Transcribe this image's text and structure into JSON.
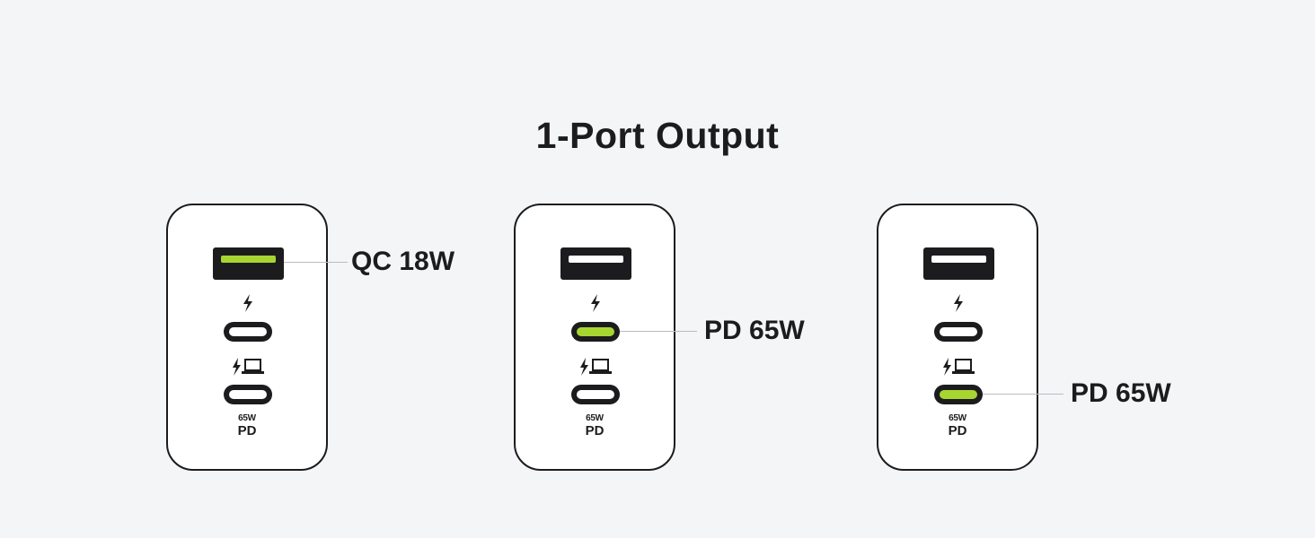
{
  "title": "1-Port Output",
  "colors": {
    "active_port": "#a7d631",
    "outline": "#1c1c1e",
    "background": "#f4f5f7"
  },
  "icons": {
    "charge": "lightning-bolt-icon",
    "laptop_charge": "lightning-laptop-icon"
  },
  "chargers": [
    {
      "active_port": "usb-a",
      "badge_watts": "65W",
      "badge_label": "PD",
      "callout": "QC 18W"
    },
    {
      "active_port": "usb-c1",
      "badge_watts": "65W",
      "badge_label": "PD",
      "callout": "PD 65W"
    },
    {
      "active_port": "usb-c2",
      "badge_watts": "65W",
      "badge_label": "PD",
      "callout": "PD 65W"
    }
  ]
}
